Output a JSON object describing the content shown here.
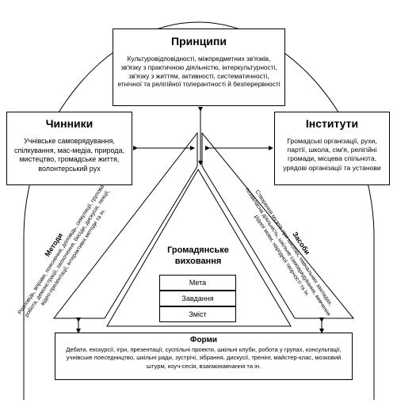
{
  "principles": {
    "title": "Принципи",
    "text": "Культуровідповідності, міжпредметних зв'язків, зв'язку з практичною діяльністю, інтеркультурності, зв'язку з життям, активності, систематичності, етнічної та релігійної толерантності й безперервності"
  },
  "factors": {
    "title": "Чинники",
    "text": "Учнівське самоврядування, спілкування, мас-медіа, природа, мистецтво, громадське життя, волонтерський рух"
  },
  "institutes": {
    "title": "Інститути",
    "text": "Громадські організації, рухи, партії, школа, сім'я, релігійні громади, місцева спільнота, урядові організації та установи"
  },
  "methods": {
    "title": "Методи",
    "text": "Розповідь, вправи, пояснення, доповідь, симуляції, групова робота, демонстрації, заохочення, бесіди, дискусія, лекції, відео-презентації, інтерактивні методи та ін."
  },
  "means": {
    "title": "Засоби",
    "text": "Створення музеїв при школах, навчальних закладах, позакласна діяльність, шкільне самоврядування, вивчення рідної мови, народної творчості та ін."
  },
  "center": {
    "title": "Громадянське виховання",
    "items": [
      "Мета",
      "Завдання",
      "Зміст"
    ]
  },
  "forms": {
    "title": "Форми",
    "text": "Дебати, екскурсії, ігри, презентації, суспільні проекти, шкільні клуби, робота у групах, консультації, учнівське поеседництво, шкільні ради, зустрічі, зібрання, дискусії, тренінг, майстер-клас, мозковий штурм, коуч-сесія, взаємонавчання та ін."
  }
}
